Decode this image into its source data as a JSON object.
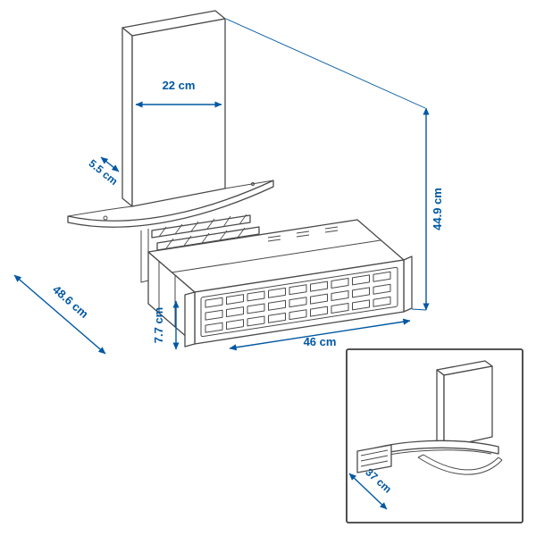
{
  "diagram": {
    "kind": "furniture-dimension-drawing",
    "unit": "cm",
    "colors": {
      "dimension_blue": "#0058a3",
      "outline_gray": "#4a4a4a",
      "background": "#ffffff"
    },
    "main_view": {
      "top_width": "22 cm",
      "panel_depth": "5.5 cm",
      "overall_height": "44.9 cm",
      "overall_depth": "48.6 cm",
      "front_panel_height": "7.7 cm",
      "front_width": "46 cm"
    },
    "inset_view": {
      "depth": "37 cm"
    }
  }
}
